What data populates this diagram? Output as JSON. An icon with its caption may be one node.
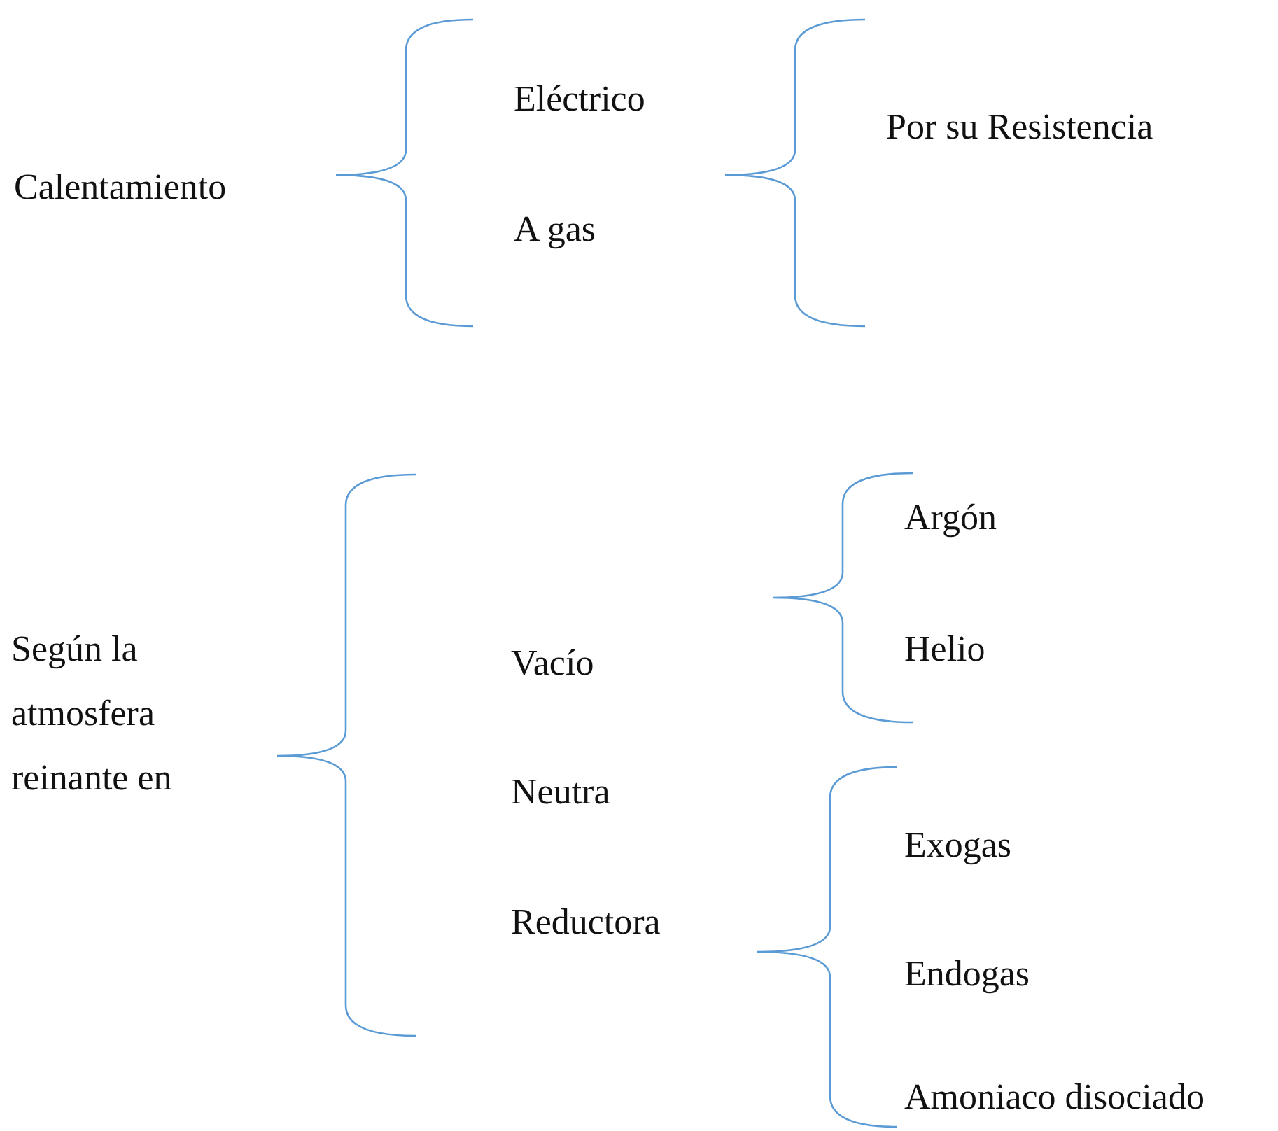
{
  "diagram": {
    "labels": [
      "Calentamiento",
      "Eléctrico",
      "A gas",
      "Por su Resistencia",
      "Argón",
      "Según la atmosfera reinante en",
      "Vacío",
      "Helio",
      "Neutra",
      "Exogas",
      "Reductora",
      "Endogas",
      "Amoniaco disociado"
    ]
  }
}
